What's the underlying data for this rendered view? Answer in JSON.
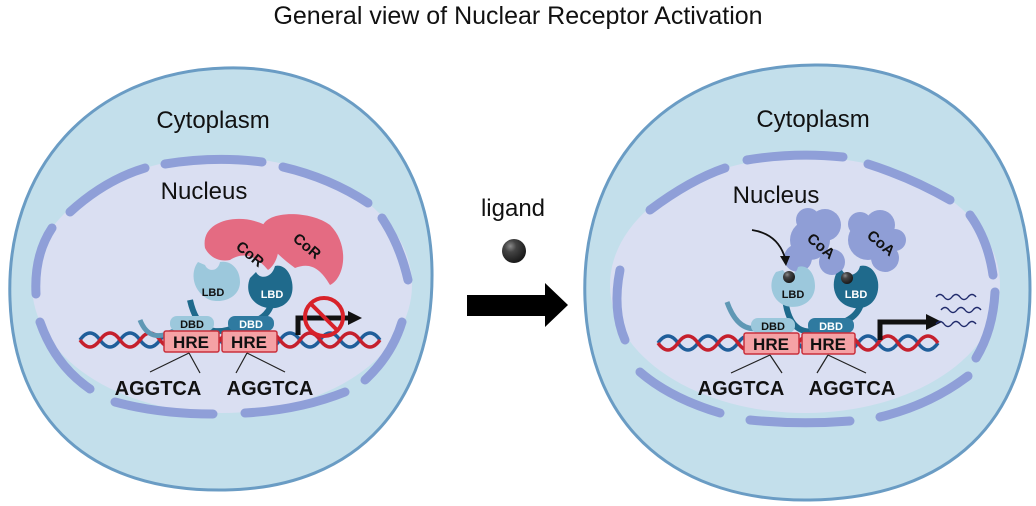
{
  "title": "General view of Nuclear Receptor Activation",
  "colors": {
    "cytoplasm_fill": "#c3dfeb",
    "cell_border": "#6a9cc4",
    "nucleus_fill": "#dadff2",
    "nuclear_envelope": "#8f9fd8",
    "dna_red": "#c5202d",
    "dna_blue": "#1f5e9a",
    "hre_fill": "#f5a2a5",
    "hre_border": "#c9303c",
    "lbd_light": "#9cc8dc",
    "lbd_dark": "#1f6a8c",
    "cor_fill": "#e46b82",
    "coa_fill": "#8f9ed6",
    "block_red": "#d8222a"
  },
  "left_panel": {
    "name": "inactive",
    "cytoplasm_label": "Cytoplasm",
    "nucleus_label": "Nucleus",
    "coregulator_label_1": "CoR",
    "coregulator_label_2": "CoR",
    "lbd_label_1": "LBD",
    "lbd_label_2": "LBD",
    "dbd_label_1": "DBD",
    "dbd_label_2": "DBD",
    "hre_label_1": "HRE",
    "hre_label_2": "HRE",
    "sequence_1": "AGGTCA",
    "sequence_2": "AGGTCA",
    "transcription": "blocked"
  },
  "center": {
    "ligand_label": "ligand"
  },
  "right_panel": {
    "name": "active",
    "cytoplasm_label": "Cytoplasm",
    "nucleus_label": "Nucleus",
    "coregulator_label_1": "CoA",
    "coregulator_label_2": "CoA",
    "lbd_label_1": "LBD",
    "lbd_label_2": "LBD",
    "dbd_label_1": "DBD",
    "dbd_label_2": "DBD",
    "hre_label_1": "HRE",
    "hre_label_2": "HRE",
    "sequence_1": "AGGTCA",
    "sequence_2": "AGGTCA",
    "transcription": "active"
  }
}
